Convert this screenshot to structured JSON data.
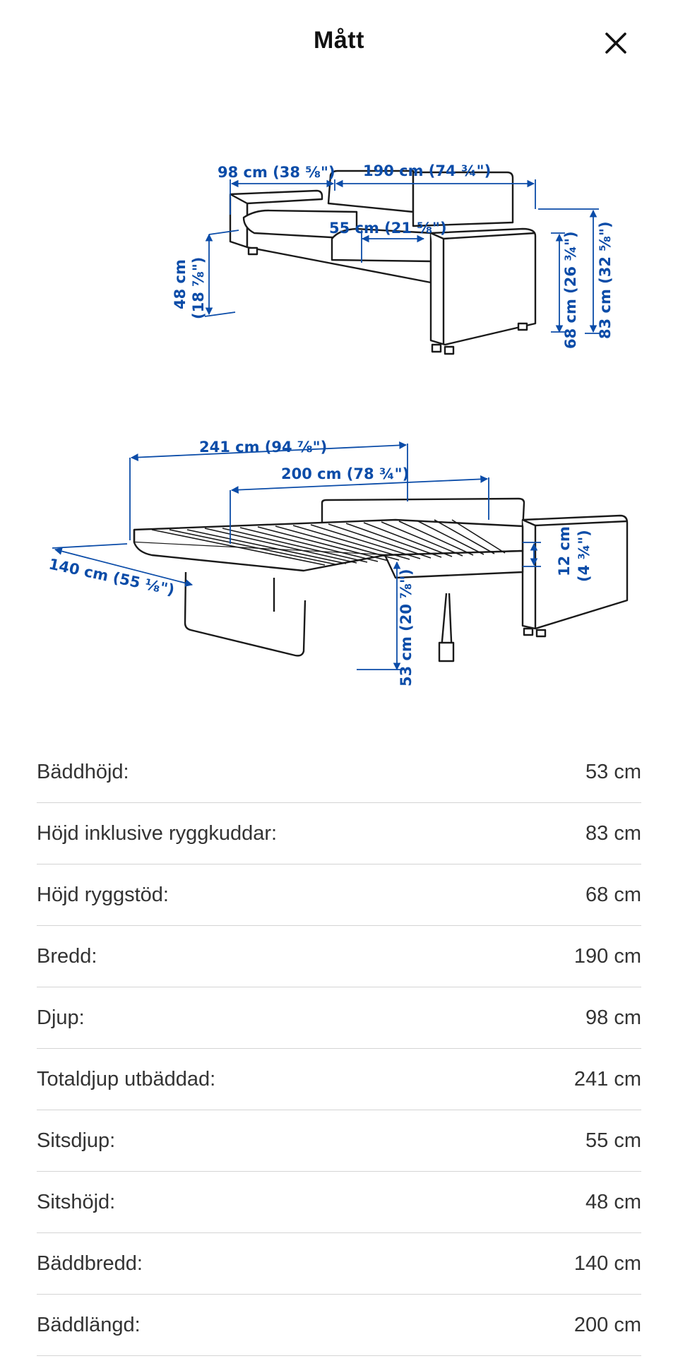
{
  "header": {
    "title": "Mått",
    "close_icon": "close-icon"
  },
  "diagram_top": {
    "depth": "98 cm (38 ⅝\")",
    "width": "190 cm (74 ¾\")",
    "seat_depth": "55 cm (21 ⅝\")",
    "seat_height": "48 cm",
    "seat_height_in": "(18 ⅞\")",
    "back_height": "68 cm (26 ¾\")",
    "total_height": "83 cm (32 ⅝\")"
  },
  "diagram_bed": {
    "total_depth": "241 cm (94 ⅞\")",
    "bed_length": "200 cm (78 ¾\")",
    "bed_width": "140 cm (55 ⅛\")",
    "bed_height": "53 cm (20 ⅞\")",
    "mattress": "12 cm",
    "mattress_in": "(4 ¾\")"
  },
  "specs": [
    {
      "label": "Bäddhöjd:",
      "value": "53 cm"
    },
    {
      "label": "Höjd inklusive ryggkuddar:",
      "value": "83 cm"
    },
    {
      "label": "Höjd ryggstöd:",
      "value": "68 cm"
    },
    {
      "label": "Bredd:",
      "value": "190 cm"
    },
    {
      "label": "Djup:",
      "value": "98 cm"
    },
    {
      "label": "Totaldjup utbäddad:",
      "value": "241 cm"
    },
    {
      "label": "Sitsdjup:",
      "value": "55 cm"
    },
    {
      "label": "Sitshöjd:",
      "value": "48 cm"
    },
    {
      "label": "Bäddbredd:",
      "value": "140 cm"
    },
    {
      "label": "Bäddlängd:",
      "value": "200 cm"
    }
  ],
  "colors": {
    "dimension": "#0b4ca8",
    "divider": "#d4d4d4"
  }
}
